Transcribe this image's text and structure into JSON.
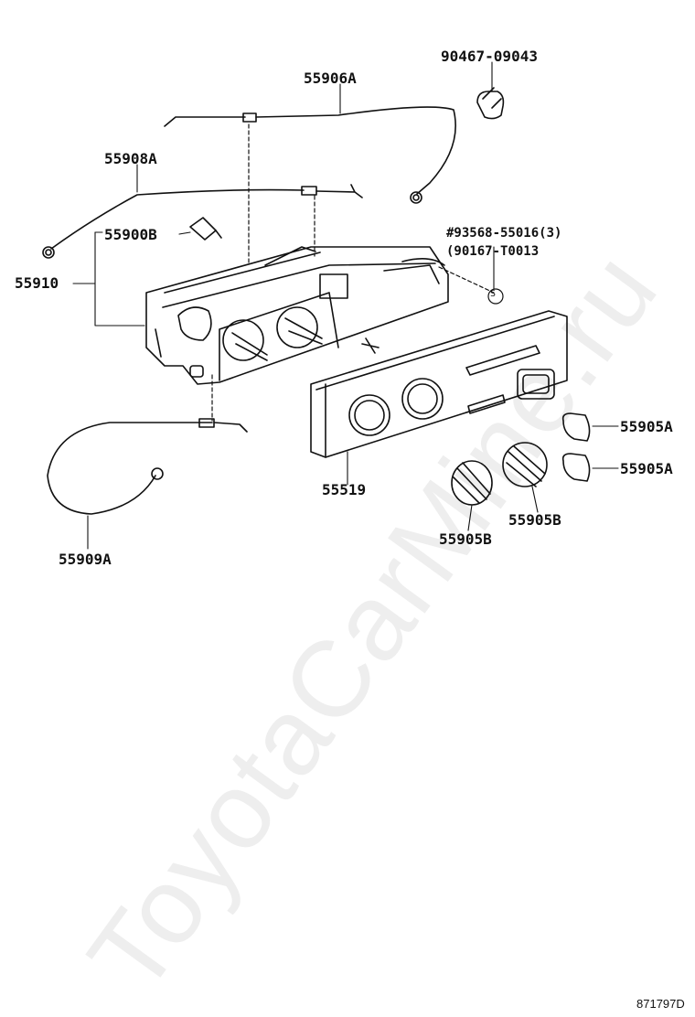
{
  "diagram": {
    "watermark": "ToyotaCarMine.ru",
    "figure_number": "871797D",
    "parts": {
      "p1": "90467-09043",
      "p2": "55906A",
      "p3": "55908A",
      "p4": "55900B",
      "p5": "55910",
      "p6": "#93568-55016(3)",
      "p7": "(90167-T0013",
      "p8": "55519",
      "p9": "55905A",
      "p10": "55905A",
      "p11": "55905B",
      "p12": "55905B",
      "p13": "55909A"
    },
    "symbol_s": "S"
  }
}
